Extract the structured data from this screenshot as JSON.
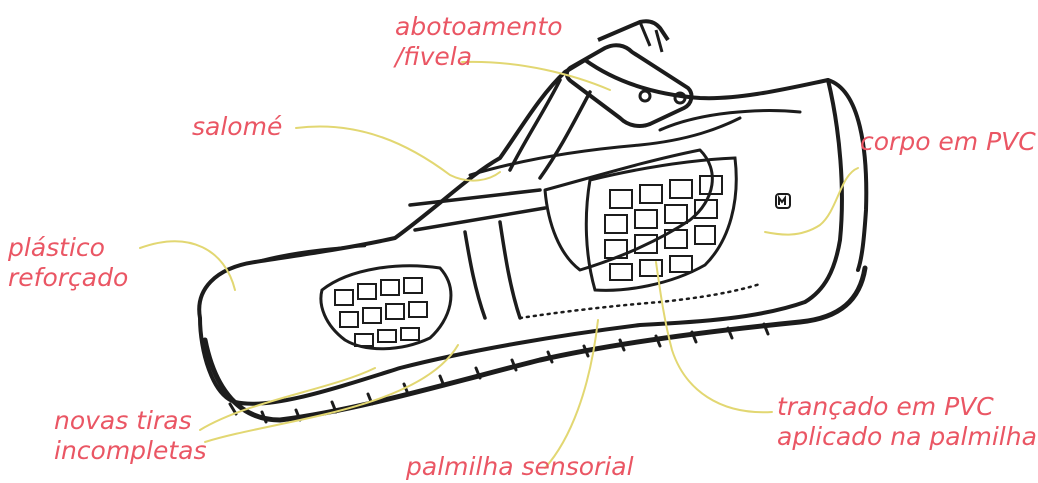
{
  "colors": {
    "label": "#ea5664",
    "leader": "#e2d772",
    "ink": "#1c1c1c"
  },
  "icons": {
    "brand_mark": "melissa-m-logo-icon"
  },
  "labels": {
    "buckle": [
      "abotoamento",
      "/fivela"
    ],
    "salome": [
      "salomé"
    ],
    "body": [
      "corpo em PVC"
    ],
    "plastic": [
      "plástico",
      "reforçado"
    ],
    "straps": [
      "novas tiras",
      "incompletas"
    ],
    "insole": [
      "palmilha sensorial"
    ],
    "braid": [
      "trançado em PVC",
      "aplicado na palmilha"
    ]
  }
}
